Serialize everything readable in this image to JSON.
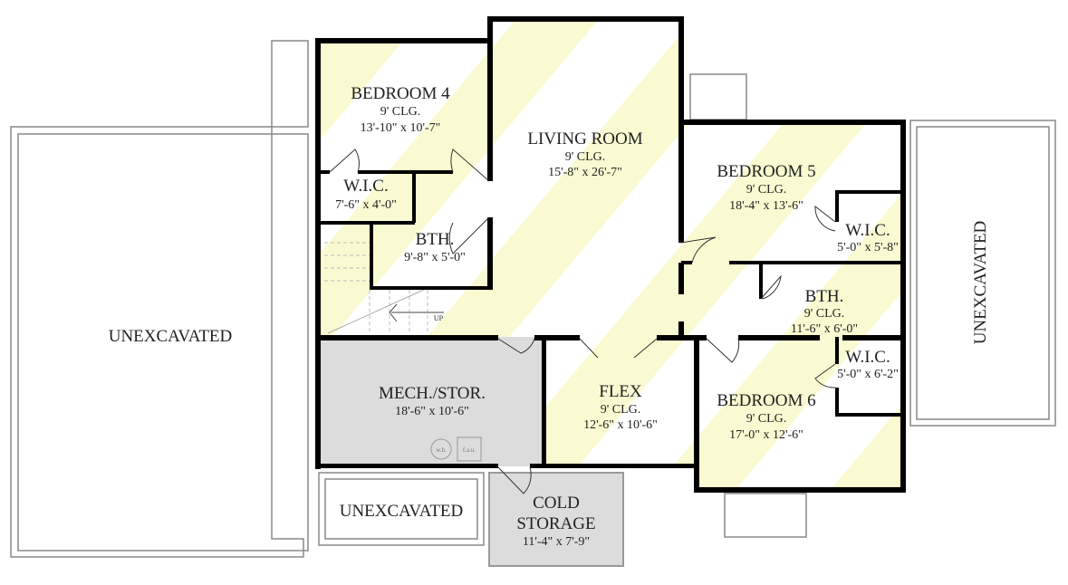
{
  "plan": {
    "colors": {
      "room_stripe": "#fafad2",
      "storage_fill": "#dcdcdc",
      "wall": "#000000"
    },
    "rooms": {
      "bedroom4": {
        "name": "BEDROOM 4",
        "ceiling": "9' CLG.",
        "size": "13'-10\" x 10'-7\""
      },
      "wic4": {
        "name": "W.I.C.",
        "size": "7'-6\" x 4'-0\""
      },
      "bath4": {
        "name": "BTH.",
        "size": "9'-8\" x 5'-0\""
      },
      "living": {
        "name": "LIVING ROOM",
        "ceiling": "9' CLG.",
        "size": "15'-8\" x 26'-7\""
      },
      "bedroom5": {
        "name": "BEDROOM 5",
        "ceiling": "9' CLG.",
        "size": "18'-4\" x 13'-6\""
      },
      "wic5": {
        "name": "W.I.C.",
        "size": "5'-0\" x 5'-8\""
      },
      "bath5": {
        "name": "BTH.",
        "ceiling": "9' CLG.",
        "size": "11'-6\" x 6'-0\""
      },
      "wic6": {
        "name": "W.I.C.",
        "size": "5'-0\" x 6'-2\""
      },
      "bedroom6": {
        "name": "BEDROOM 6",
        "ceiling": "9' CLG.",
        "size": "17'-0\" x 12'-6\""
      },
      "flex": {
        "name": "FLEX",
        "ceiling": "9' CLG.",
        "size": "12'-6\" x 10'-6\""
      },
      "mech": {
        "name": "MECH./STOR.",
        "size": "18'-6\" x 10'-6\"",
        "equipment": [
          "w.h.",
          "f.a.u."
        ]
      },
      "cold": {
        "name_line1": "COLD",
        "name_line2": "STORAGE",
        "size": "11'-4\" x 7'-9\""
      },
      "unexc_left": {
        "name": "UNEXCAVATED"
      },
      "unexc_right": {
        "name": "UNEXCAVATED"
      },
      "unexc_bottom": {
        "name": "UNEXCAVATED"
      }
    },
    "stairs_label": "UP"
  }
}
